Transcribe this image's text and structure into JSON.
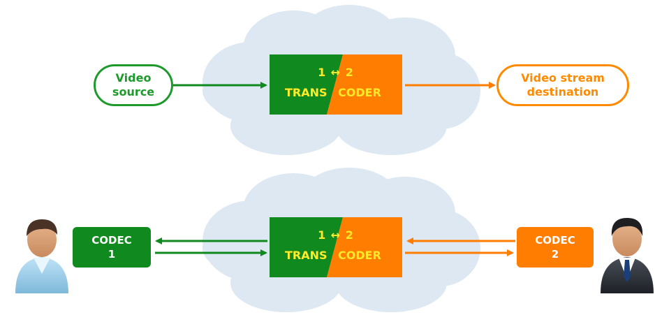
{
  "top": {
    "source_line1": "Video",
    "source_line2": "source",
    "transcoder_ratio": "1 ↔ 2",
    "transcoder_left": "TRANS",
    "transcoder_right": "CODER",
    "dest_line1": "Video stream",
    "dest_line2": "destination"
  },
  "bottom": {
    "codec1_line1": "CODEC",
    "codec1_line2": "1",
    "transcoder_ratio": "1 ↔ 2",
    "transcoder_left": "TRANS",
    "transcoder_right": "CODER",
    "codec2_line1": "CODEC",
    "codec2_line2": "2"
  },
  "colors": {
    "green": "#108a1e",
    "orange": "#ff7d00",
    "label_yellow": "#ffeb2a",
    "cloud": "#dde8f2"
  },
  "icons": [
    "cloud-icon",
    "user-casual-icon",
    "user-business-icon",
    "arrow-icon"
  ]
}
